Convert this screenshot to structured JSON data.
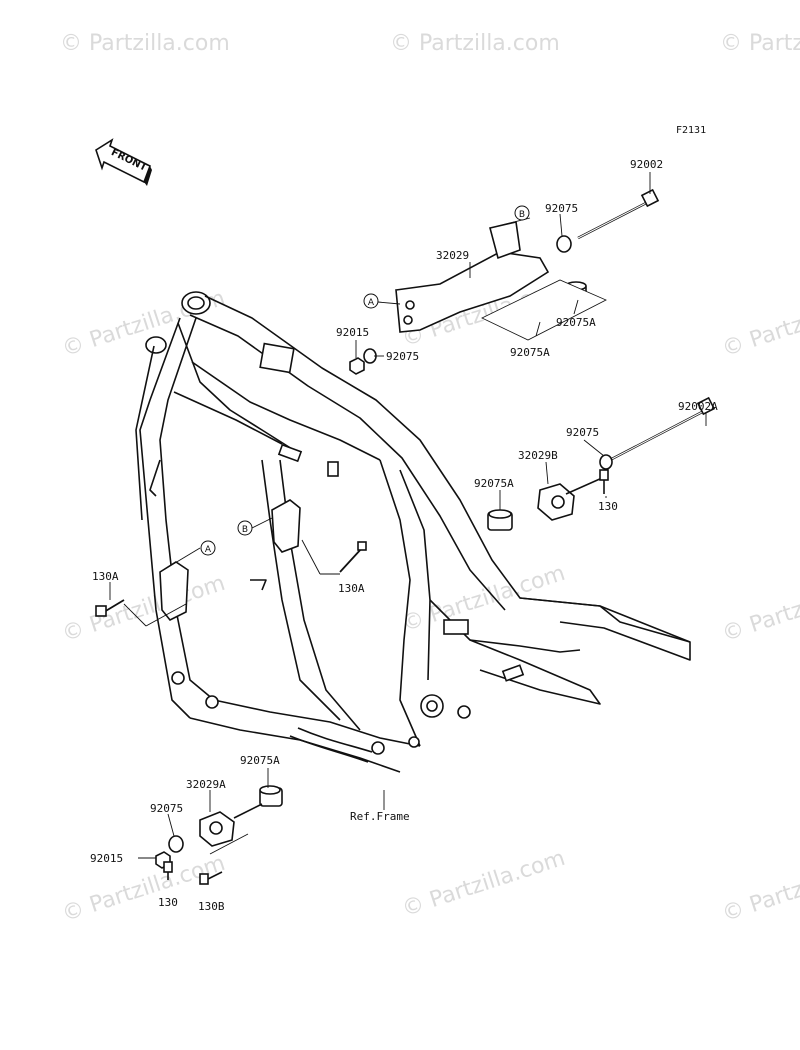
{
  "diagram": {
    "code": "F2131",
    "front_label": "FRONT",
    "watermark": "© Partzilla.com",
    "ref_label": "Ref.Frame",
    "callouts": {
      "a": "A",
      "b": "B"
    }
  },
  "parts": {
    "p92002": "92002",
    "p92075_top": "92075",
    "p32029": "32029",
    "p92015_top": "92015",
    "p92075_mid": "92075",
    "p92075A_top_right": "92075A",
    "p92075A_top_left": "92075A",
    "p92002A": "92002A",
    "p92075_right": "92075",
    "p32029B": "32029B",
    "p92075A_right": "92075A",
    "p130_right": "130",
    "p130A_mid": "130A",
    "p130A_left": "130A",
    "p92075A_bottom": "92075A",
    "p32029A": "32029A",
    "p92075_bottom": "92075",
    "p92015_bottom": "92015",
    "p130_bottom": "130",
    "p130B": "130B"
  }
}
